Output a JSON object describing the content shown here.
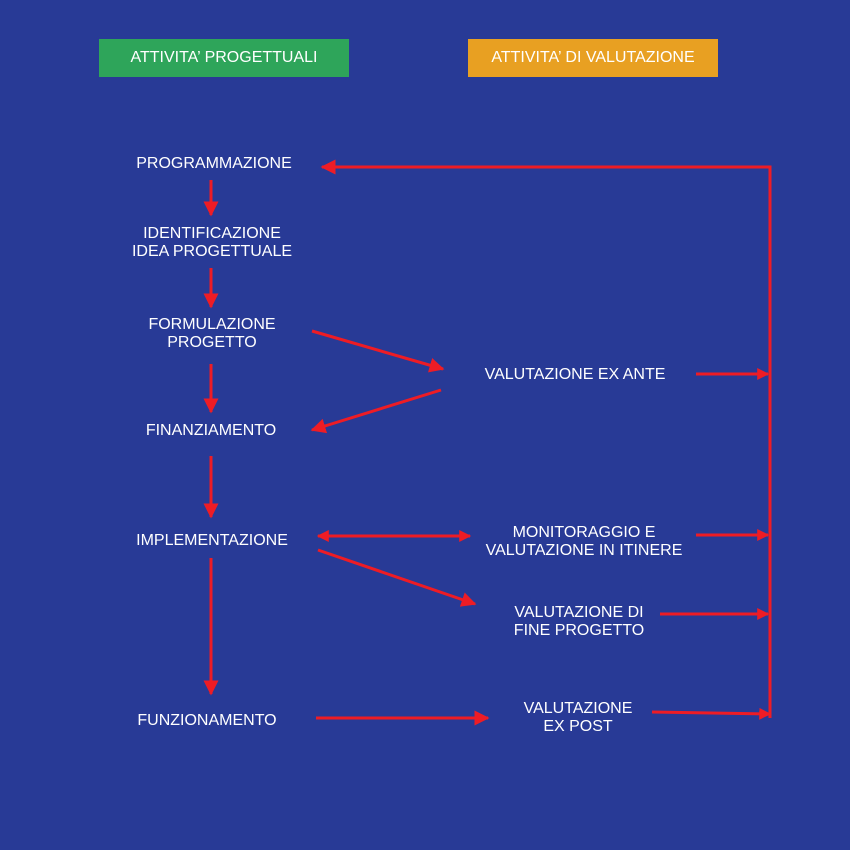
{
  "colors": {
    "background": "#283a96",
    "header_left": "#2ea55a",
    "header_right": "#e8a022",
    "arrow": "#ee1c25",
    "text": "#ffffff"
  },
  "headers": {
    "left": "ATTIVITA’ PROGETTUALI",
    "right": "ATTIVITA’ DI VALUTAZIONE"
  },
  "project_steps": [
    {
      "id": "programmazione",
      "lines": [
        "PROGRAMMAZIONE"
      ]
    },
    {
      "id": "identificazione",
      "lines": [
        "IDENTIFICAZIONE",
        "IDEA PROGETTUALE"
      ]
    },
    {
      "id": "formulazione",
      "lines": [
        "FORMULAZIONE",
        "PROGETTO"
      ]
    },
    {
      "id": "finanziamento",
      "lines": [
        "FINANZIAMENTO"
      ]
    },
    {
      "id": "implementazione",
      "lines": [
        "IMPLEMENTAZIONE"
      ]
    },
    {
      "id": "funzionamento",
      "lines": [
        "FUNZIONAMENTO"
      ]
    }
  ],
  "evaluation_steps": [
    {
      "id": "ex-ante",
      "lines": [
        "VALUTAZIONE EX ANTE"
      ]
    },
    {
      "id": "in-itinere",
      "lines": [
        "MONITORAGGIO E",
        "VALUTAZIONE IN ITINERE"
      ]
    },
    {
      "id": "fine-progetto",
      "lines": [
        "VALUTAZIONE DI",
        "FINE PROGETTO"
      ]
    },
    {
      "id": "ex-post",
      "lines": [
        "VALUTAZIONE",
        "EX POST"
      ]
    }
  ]
}
